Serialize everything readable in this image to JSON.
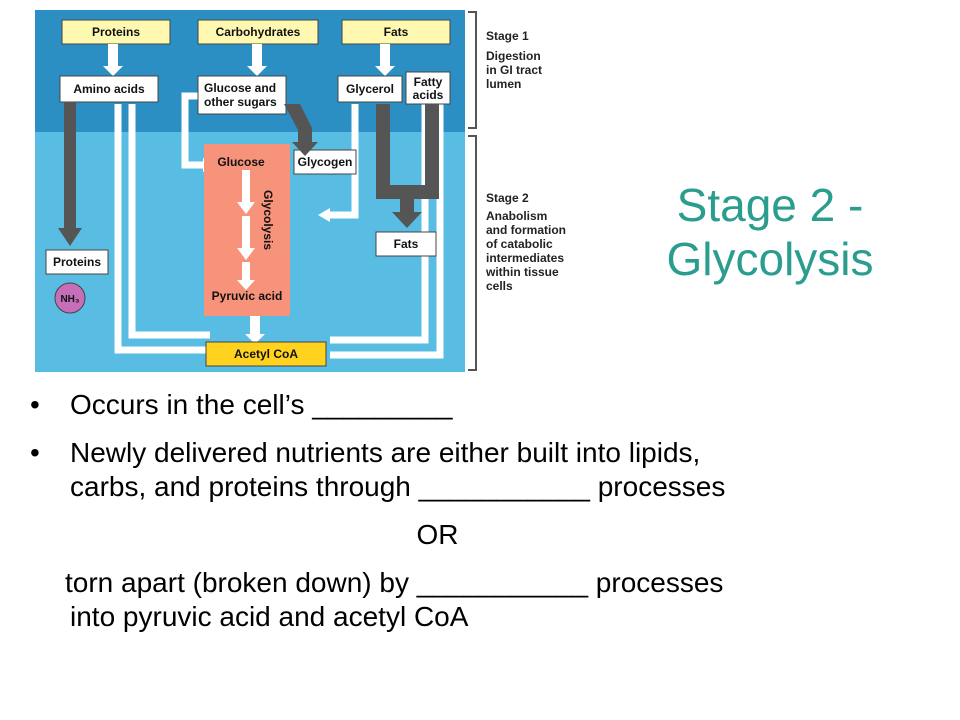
{
  "diagram": {
    "boxes": {
      "proteins": "Proteins",
      "carbohydrates": "Carbohydrates",
      "fats": "Fats",
      "amino_acids": "Amino acids",
      "glucose_sugars_1": "Glucose and",
      "glucose_sugars_2": "other sugars",
      "glycerol": "Glycerol",
      "fatty_acids_1": "Fatty",
      "fatty_acids_2": "acids",
      "glucose": "Glucose",
      "glycolysis": "Glycolysis",
      "glycogen": "Glycogen",
      "fats_lower": "Fats",
      "proteins_lower": "Proteins",
      "nh3": "NH₃",
      "pyruvic_acid": "Pyruvic acid",
      "acetyl_coa": "Acetyl CoA"
    },
    "stage1": {
      "title": "Stage 1",
      "lines": [
        "Digestion",
        "in GI tract",
        "lumen"
      ]
    },
    "stage2": {
      "title": "Stage 2",
      "lines": [
        "Anabolism",
        "and formation",
        "of catabolic",
        "intermediates",
        "within tissue",
        "cells"
      ]
    },
    "colors": {
      "top_band": "#2b8fc4",
      "bottom_band": "#59bde3",
      "yellow_box": "#fff8b0",
      "glycolysis_panel": "#f7937a",
      "acetyl_box": "#ffd21f",
      "dark_arrow": "#555555",
      "nh3": "#c66fb8"
    }
  },
  "title": {
    "line1": "Stage 2 -",
    "line2": "Glycolysis"
  },
  "bullets": {
    "b1": "Occurs in the cell’s _________",
    "b2_line1": "Newly delivered nutrients are either built into lipids,",
    "b2_line2": "carbs, and proteins through ___________ processes",
    "or": "OR",
    "p3_line1": "torn apart (broken down) by ___________ processes",
    "p3_line2": "into pyruvic acid and acetyl CoA"
  }
}
